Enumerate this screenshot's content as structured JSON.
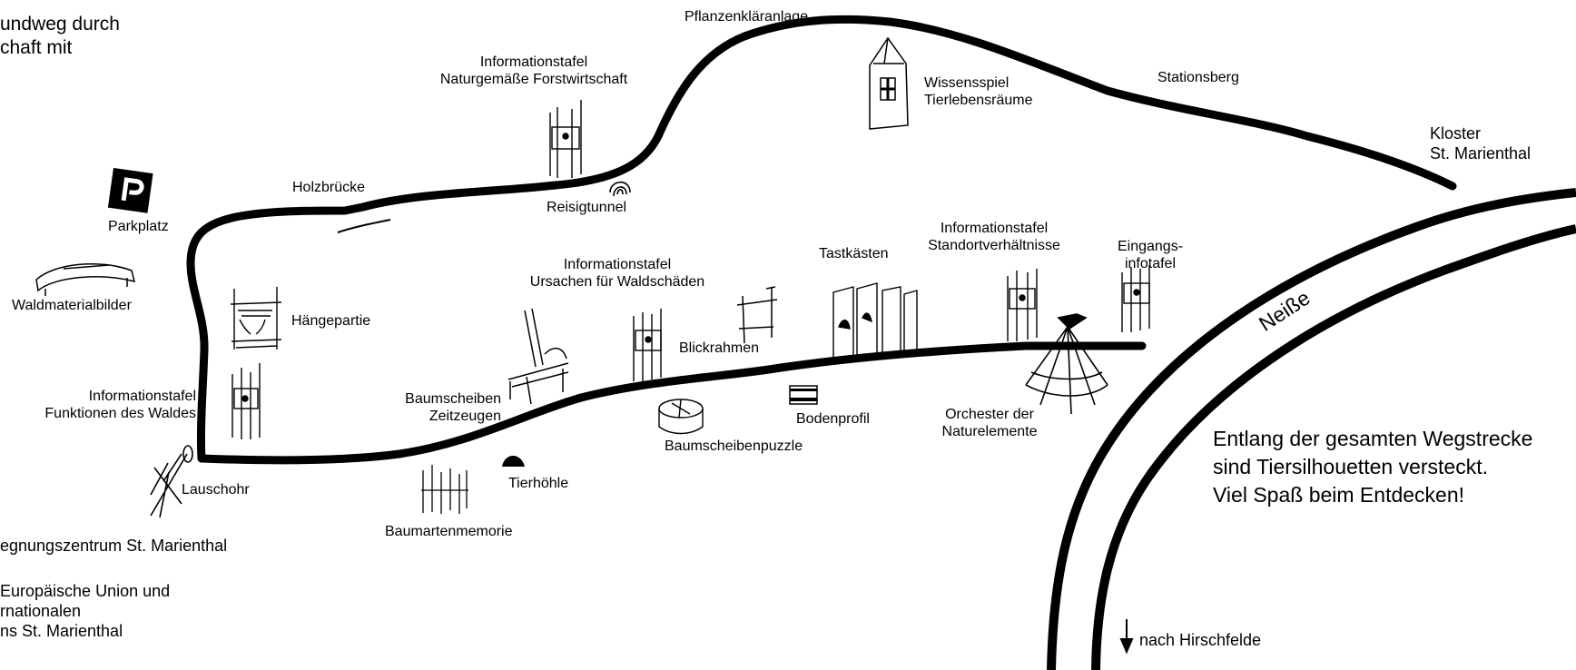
{
  "intro": {
    "line1": "undweg durch",
    "line2": "chaft mit"
  },
  "footer": {
    "line1": "egnungszentrum St. Marienthal",
    "line2": "Europäische Union und",
    "line3": "rnationalen",
    "line4": "ns St. Marienthal"
  },
  "places": {
    "parkplatz": "Parkplatz",
    "waldmaterialbilder": "Waldmaterialbilder",
    "haengepartie": "Hängepartie",
    "info_funktionen_1": "Informationstafel",
    "info_funktionen_2": "Funktionen des Waldes",
    "lauschohr": "Lauschohr",
    "holzbruecke": "Holzbrücke",
    "info_forst_1": "Informationstafel",
    "info_forst_2": "Naturgemäße Forstwirtschaft",
    "reisigtunnel": "Reisigtunnel",
    "pflanzenklaeranlage": "Pflanzenkläranlage",
    "wissensspiel_1": "Wissensspiel",
    "wissensspiel_2": "Tierlebensräume",
    "stationsberg": "Stationsberg",
    "kloster_1": "Kloster",
    "kloster_2": "St. Marienthal",
    "info_ursachen_1": "Informationstafel",
    "info_ursachen_2": "Ursachen für Waldschäden",
    "baumscheiben_1": "Baumscheiben",
    "baumscheiben_2": "Zeitzeugen",
    "tierhoehle": "Tierhöhle",
    "baumartenmemorie": "Baumartenmemorie",
    "blickrahmen": "Blickrahmen",
    "baumscheibenpuzzle": "Baumscheibenpuzzle",
    "tastkaesten": "Tastkästen",
    "bodenprofil": "Bodenprofil",
    "info_standort_1": "Informationstafel",
    "info_standort_2": "Standortverhältnisse",
    "eingang_1": "Eingangs-",
    "eingang_2": "infotafel",
    "orchester_1": "Orchester der",
    "orchester_2": "Naturelemente"
  },
  "river": {
    "name": "Neiße"
  },
  "direction": {
    "label": "nach Hirschfelde"
  },
  "note": {
    "line1": "Entlang der gesamten Wegstrecke",
    "line2": "sind Tiersilhouetten versteckt.",
    "line3": "Viel Spaß beim Entdecken!"
  },
  "colors": {
    "ink": "#000000",
    "paper": "#ffffff"
  },
  "icons": [
    "parking-sign-icon",
    "bench-icon",
    "hanging-bridge-icon",
    "info-board-icon",
    "ear-trumpet-icon",
    "bridge-icon",
    "tunnel-icon",
    "tower-icon",
    "chair-icon",
    "cave-icon",
    "memory-posts-icon",
    "frame-icon",
    "tree-stump-icon",
    "touch-boxes-icon",
    "soil-profile-icon",
    "orchestra-icon",
    "arrow-down-icon"
  ]
}
